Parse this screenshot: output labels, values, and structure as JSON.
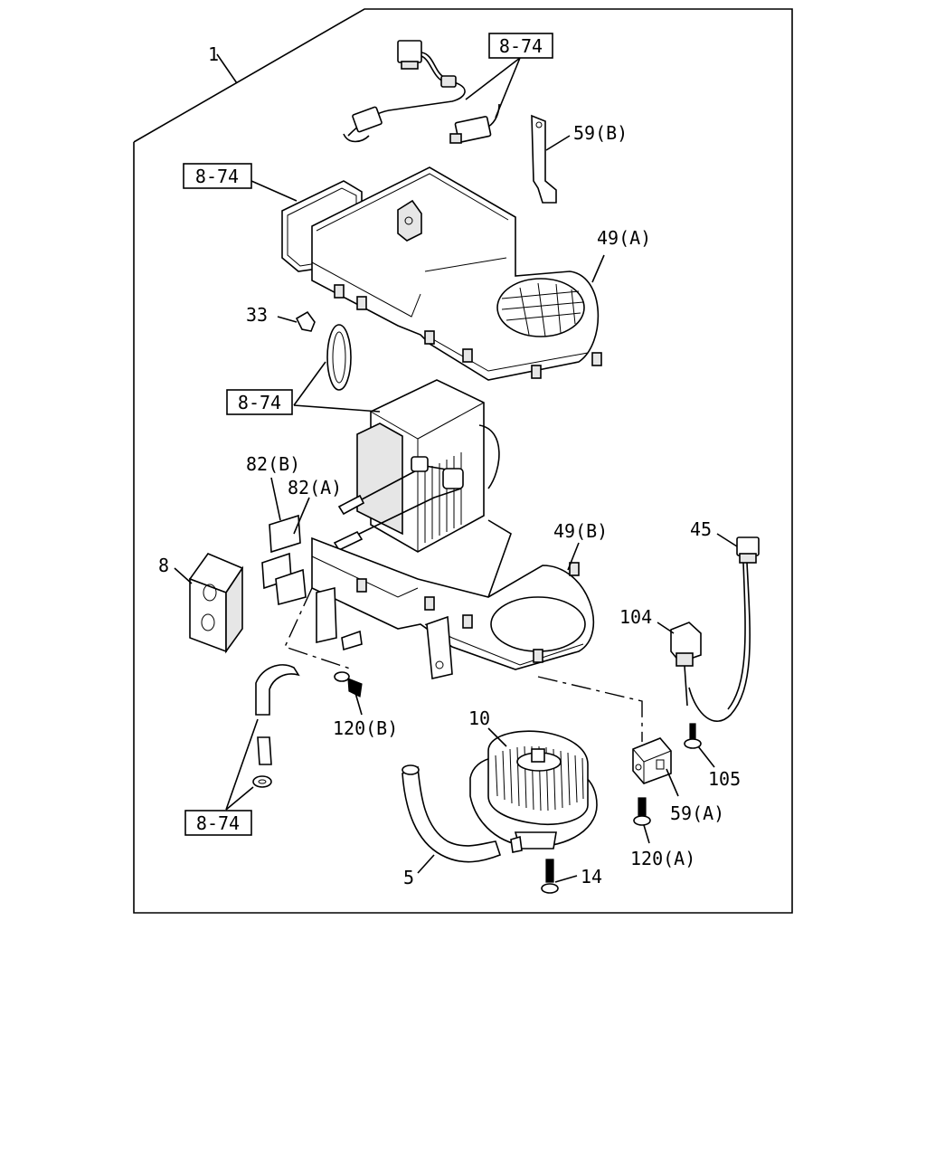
{
  "refs": {
    "r1": "8-74",
    "r2": "8-74",
    "r3": "8-74",
    "r4": "8-74"
  },
  "callouts": {
    "c1": "1",
    "c59b": "59(B)",
    "c49a": "49(A)",
    "c33": "33",
    "c82b": "82(B)",
    "c82a": "82(A)",
    "c49b": "49(B)",
    "c45": "45",
    "c8": "8",
    "c104": "104",
    "c120b": "120(B)",
    "c10": "10",
    "c105": "105",
    "c59a": "59(A)",
    "c120a": "120(A)",
    "c5": "5",
    "c14": "14"
  }
}
